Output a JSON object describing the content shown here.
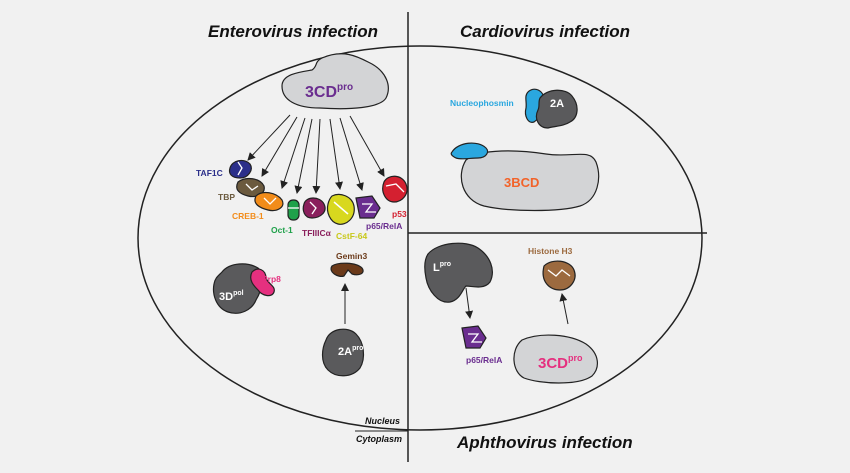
{
  "titles": {
    "enterovirus": "Enterovirus infection",
    "cardiovirus": "Cardiovirus infection",
    "aphthovirus": "Aphthovirus infection"
  },
  "compartments": {
    "nucleus": "Nucleus",
    "cytoplasm": "Cytoplasm"
  },
  "enterovirus": {
    "protease_3cd": {
      "main": "3CD",
      "sup": "pro"
    },
    "targets": [
      {
        "label": "TAF1C",
        "color": "#2b2f8a"
      },
      {
        "label": "TBP",
        "color": "#6b5a3e"
      },
      {
        "label": "CREB-1",
        "color": "#f28c1a"
      },
      {
        "label": "Oct-1",
        "color": "#1fa14a"
      },
      {
        "label": "TFIIICα",
        "color": "#8a1f5c"
      },
      {
        "label": "CstF-64",
        "color": "#c8c81a"
      },
      {
        "label": "p65/RelA",
        "color": "#6a2d8f"
      },
      {
        "label": "p53",
        "color": "#d42030"
      }
    ],
    "polymerase_3d": {
      "main": "3D",
      "sup": "pol"
    },
    "prp8": "Prp8",
    "gemin3": "Gemin3",
    "protease_2a": {
      "main": "2A",
      "sup": "pro"
    }
  },
  "cardiovirus": {
    "nucleophosmin": "Nucleophosmin",
    "protein_2a": "2A",
    "protein_3bcd": "3BCD"
  },
  "aphthovirus": {
    "lpro": {
      "main": "L",
      "sup": "pro"
    },
    "p65": "p65/RelA",
    "histone": "Histone H3",
    "protease_3cd": {
      "main": "3CD",
      "sup": "pro"
    }
  },
  "colors": {
    "enterovirus_3cd_text": "#6a2d8f",
    "gray_protein": "#d3d4d6",
    "dark_protein": "#5a5a5c",
    "nucleophosmin": "#2aa7df",
    "orange_3bcd": "#f2632a",
    "prp8": "#e5307f",
    "gemin3": "#6b3a1a",
    "histone": "#9c6a3f",
    "aphtho_3cd_text": "#e5307f"
  }
}
